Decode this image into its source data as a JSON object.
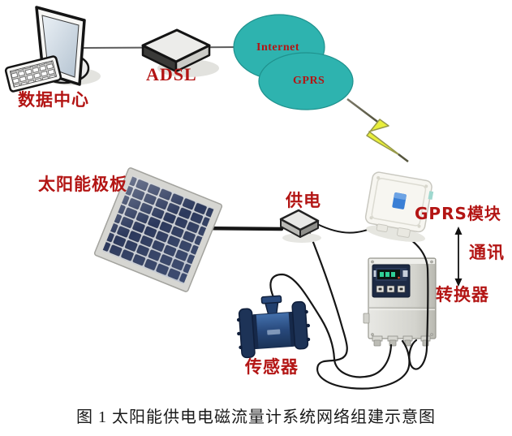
{
  "diagram": {
    "caption": "图 1 太阳能供电电磁流量计系统网络组建示意图",
    "nodes": {
      "data_center": {
        "label": "数据中心"
      },
      "adsl": {
        "label": "ADSL"
      },
      "internet_cloud": {
        "label": "Internet"
      },
      "gprs_cloud": {
        "label": "GPRS"
      },
      "solar_panel": {
        "label": "太阳能极板"
      },
      "power": {
        "label": "供电"
      },
      "gprs_module": {
        "label": "GPRS模块"
      },
      "converter": {
        "label": "转换器"
      },
      "sensor": {
        "label": "传感器"
      }
    },
    "edges": {
      "communication": {
        "label": "通讯"
      }
    },
    "colors": {
      "label_red": "#b31514",
      "cloud_teal": "#2eb3af",
      "lightning_yellow": "#e9ef3a",
      "caption_color": "#1a1a1a",
      "solar_cell_blue": "#202e54",
      "sensor_blue": "#1d3357",
      "gprs_module_label_blue": "#3a7fd5"
    }
  }
}
